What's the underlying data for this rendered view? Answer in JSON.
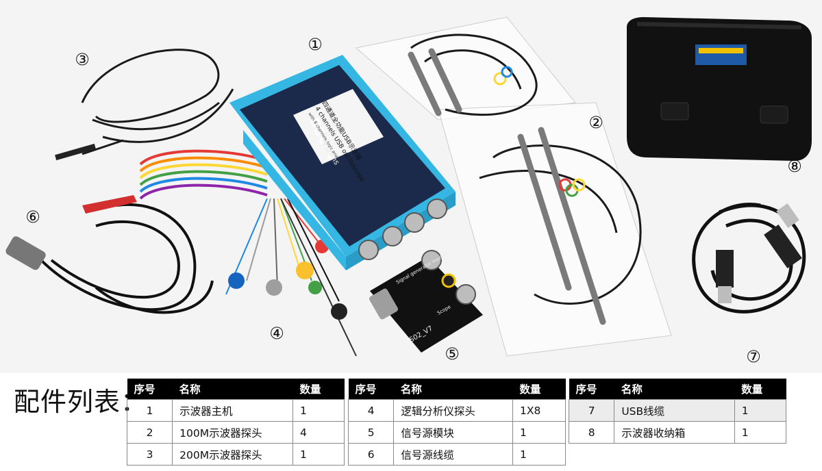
{
  "photo": {
    "callouts": [
      "①",
      "②",
      "③",
      "④",
      "⑤",
      "⑥",
      "⑦",
      "⑧"
    ],
    "device": {
      "brand_badge": "OSCF4",
      "label_cn": "四通道全功能USB示波器",
      "label_en": "4 channels USB oscilloscope",
      "label_sub": "with 8 channels logic analyzer",
      "maker": "lotoms",
      "module_name": "Signal generator module",
      "module_model": "S02_V7",
      "module_scope": "Scope"
    }
  },
  "title": "配件列表：",
  "tables": [
    {
      "headers": [
        "序号",
        "名称",
        "数量"
      ],
      "rows": [
        {
          "no": "1",
          "name": "示波器主机",
          "qty": "1"
        },
        {
          "no": "2",
          "name": "100M示波器探头",
          "qty": "4"
        },
        {
          "no": "3",
          "name": "200M示波器探头",
          "qty": "1"
        }
      ]
    },
    {
      "headers": [
        "序号",
        "名称",
        "数量"
      ],
      "rows": [
        {
          "no": "4",
          "name": "逻辑分析仪探头",
          "qty": "1X8"
        },
        {
          "no": "5",
          "name": "信号源模块",
          "qty": "1"
        },
        {
          "no": "6",
          "name": "信号源线缆",
          "qty": "1"
        }
      ]
    },
    {
      "headers": [
        "序号",
        "名称",
        "数量"
      ],
      "rows": [
        {
          "no": "7",
          "name": "USB线缆",
          "qty": "1"
        },
        {
          "no": "8",
          "name": "示波器收纳箱",
          "qty": "1"
        }
      ]
    }
  ],
  "colors": {
    "device_body": "#1b2a4a",
    "device_frame": "#35b6e3",
    "header_bg": "#000000",
    "alt_row": "#ececec"
  }
}
